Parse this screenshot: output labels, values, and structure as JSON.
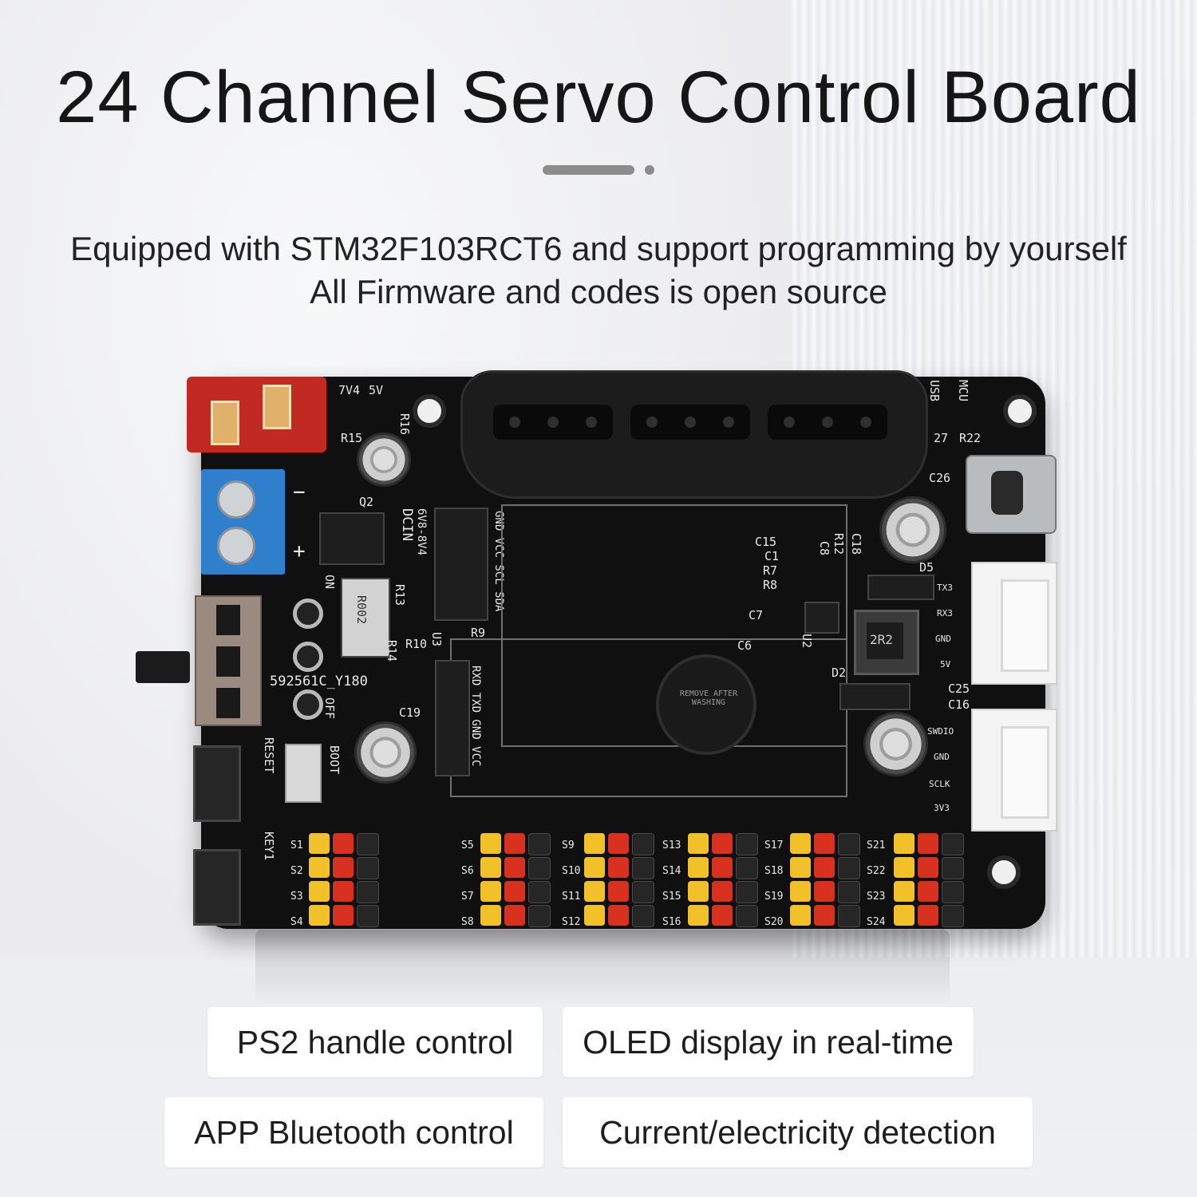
{
  "title": "24 Channel Servo Control Board",
  "subtitle_lines": [
    "Equipped with STM32F103RCT6 and support programming by yourself",
    "All Firmware and codes is open source"
  ],
  "board_labels": {
    "v7": "7V4",
    "v5": "5V",
    "usb": "USB",
    "mcu": "MCU",
    "r15": "R15",
    "r16": "R16",
    "q2": "Q2",
    "dcin": "DCIN",
    "range": "6V8-8V4",
    "i2c": "GND VCC SCL SDA",
    "r13": "R13",
    "r002": "R002",
    "r14": "R14",
    "r10": "R10",
    "u3": "U3",
    "r9": "R9",
    "on": "ON",
    "off": "OFF",
    "switch_id": "592561C_Y180",
    "c19": "C19",
    "reset": "RESET",
    "boot": "BOOT",
    "key1": "KEY1",
    "uart": "RXD TXD GND VCC",
    "c7": "C7",
    "c6": "C6",
    "u2": "U2",
    "zr2": "2R2",
    "d2": "D2",
    "d5": "D5",
    "c15": "C15",
    "c1": "C1",
    "r7": "R7",
    "r8": "R8",
    "c8": "C8",
    "r12": "R12",
    "c18": "C18",
    "c26": "C26",
    "c25": "C25",
    "c16": "C16",
    "tx3": "TX3",
    "rx3": "RX3",
    "gnd": "GND",
    "pwr5v": "5V",
    "swdio": "SWDIO",
    "gnd2": "GND",
    "sclk": "SCLK",
    "v33": "3V3",
    "r27": "27",
    "r22": "R22",
    "buzzer": "REMOVE AFTER WASHING"
  },
  "servo_groups": [
    {
      "left": [
        "S1",
        "S2",
        "S3",
        "S4"
      ]
    },
    {
      "left": [
        "S5",
        "S6",
        "S7",
        "S8"
      ]
    },
    {
      "left": [
        "S9",
        "S10",
        "S11",
        "S12"
      ],
      "right": [
        "S13",
        "S14",
        "S15",
        "S16"
      ]
    },
    {
      "right": [
        "S17",
        "S18",
        "S19",
        "S20"
      ]
    },
    {
      "right": [
        "S21",
        "S22",
        "S23",
        "S24"
      ]
    }
  ],
  "features": [
    "PS2 handle control",
    "OLED display in real-time",
    "APP Bluetooth control",
    "Current/electricity detection"
  ],
  "colors": {
    "board": "#101010",
    "pin_yellow": "#f2c12a",
    "pin_red": "#d8311f",
    "pin_black": "#262626",
    "terminal_blue": "#2f7fcc",
    "dc_red": "#c02a22"
  }
}
